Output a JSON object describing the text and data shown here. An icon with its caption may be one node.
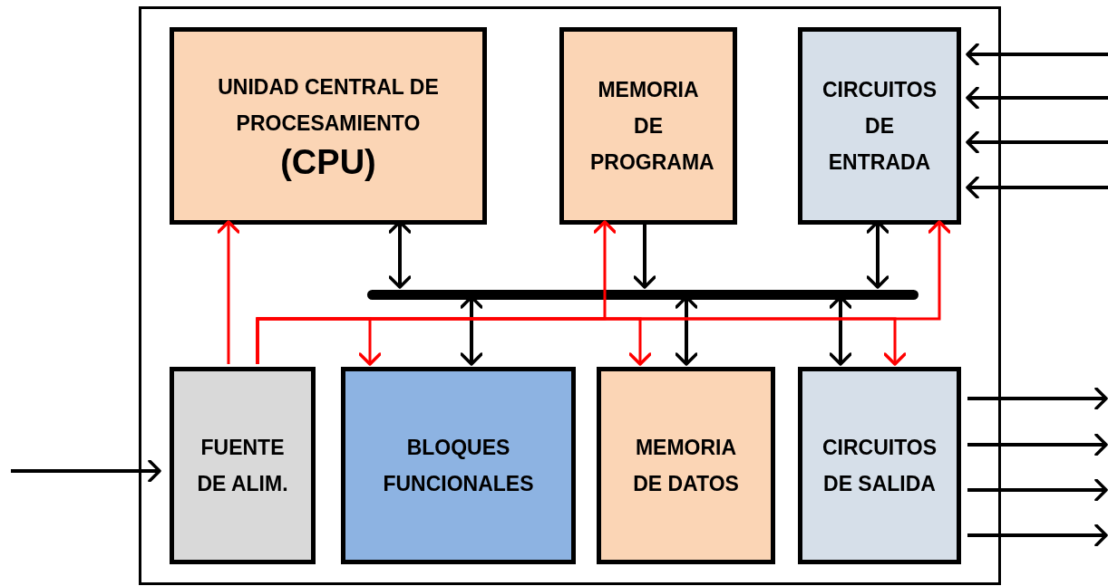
{
  "diagram": {
    "nodes": [
      {
        "text": [],
        "shape": "box"
      },
      {
        "text": [
          "UNIDAD CENTRAL DE PROCESAMIENTO",
          "(CPU)"
        ],
        "in": 0
      },
      {
        "text": [
          "MEMORIA DE PROGRAMA"
        ],
        "in": 0
      },
      {
        "text": [
          "CIRCUITOS DE ENTRADA"
        ],
        "in": 0
      },
      {
        "text": [],
        "shape": "bar",
        "in": 0
      },
      {
        "text": [
          "FUENTE DE ALIM."
        ],
        "in": 0
      },
      {
        "text": [
          "BLOQUES FUNCIONALES"
        ],
        "in": 0
      },
      {
        "text": [
          "MEMORIA DE DATOS"
        ],
        "in": 0
      },
      {
        "text": [
          "CIRCUITOS DE SALIDA"
        ],
        "in": 0
      }
    ],
    "edges": [
      {
        "from": 1,
        "to": 4,
        "arrow": "both"
      },
      {
        "from": 2,
        "to": 4,
        "arrow": "to"
      },
      {
        "from": 3,
        "to": 4,
        "arrow": "both"
      },
      {
        "from": 4,
        "to": 6,
        "arrow": "both"
      },
      {
        "from": 4,
        "to": 7,
        "arrow": "both"
      },
      {
        "from": 4,
        "to": 8,
        "arrow": "both"
      },
      {
        "from": 5,
        "to": 1,
        "arrow": "to",
        "color": "#ff0000"
      },
      {
        "from": 5,
        "to": 2,
        "arrow": "to",
        "color": "#ff0000"
      },
      {
        "from": 5,
        "to": 3,
        "arrow": "to",
        "color": "#ff0000"
      },
      {
        "from": 5,
        "to": 6,
        "arrow": "to",
        "color": "#ff0000"
      },
      {
        "from": 5,
        "to": 7,
        "arrow": "to",
        "color": "#ff0000"
      },
      {
        "from": 5,
        "to": 8,
        "arrow": "to",
        "color": "#ff0000"
      },
      {
        "from": null,
        "to": 3,
        "arrow": "to"
      },
      {
        "from": null,
        "to": 3,
        "arrow": "to"
      },
      {
        "from": null,
        "to": 3,
        "arrow": "to"
      },
      {
        "from": null,
        "to": 3,
        "arrow": "to"
      },
      {
        "from": 8,
        "to": null,
        "arrow": "to"
      },
      {
        "from": 8,
        "to": null,
        "arrow": "to"
      },
      {
        "from": 8,
        "to": null,
        "arrow": "to"
      },
      {
        "from": 8,
        "to": null,
        "arrow": "to"
      },
      {
        "from": null,
        "to": 5,
        "arrow": "to"
      }
    ]
  }
}
